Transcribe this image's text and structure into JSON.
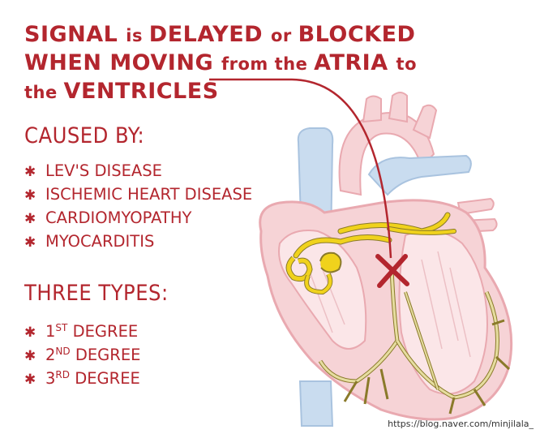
{
  "title": {
    "line1": [
      {
        "text": "SIGNAL ",
        "style": "big"
      },
      {
        "text": "is ",
        "style": "small"
      },
      {
        "text": "DELAYED ",
        "style": "big"
      },
      {
        "text": "or ",
        "style": "small"
      },
      {
        "text": "BLOCKED",
        "style": "big"
      }
    ],
    "line2": [
      {
        "text": "WHEN MOVING ",
        "style": "big"
      },
      {
        "text": "from the ",
        "style": "small"
      },
      {
        "text": "ATRIA ",
        "style": "big"
      },
      {
        "text": "to",
        "style": "small"
      }
    ],
    "line3": [
      {
        "text": "the ",
        "style": "small"
      },
      {
        "text": "VENTRICLES",
        "style": "big"
      }
    ]
  },
  "causes": {
    "heading": "CAUSED BY:",
    "items": [
      "LEV'S DISEASE",
      "ISCHEMIC HEART DISEASE",
      "CARDIOMYOPATHY",
      "MYOCARDITIS"
    ]
  },
  "types": {
    "heading": "THREE TYPES:",
    "items": [
      {
        "num": "1",
        "sup": "ST",
        "rest": " DEGREE"
      },
      {
        "num": "2",
        "sup": "ND",
        "rest": " DEGREE"
      },
      {
        "num": "3",
        "sup": "RD",
        "rest": " DEGREE"
      }
    ]
  },
  "bullet_glyph": "✱",
  "watermark": "https://blog.naver.com/minjilala_",
  "colors": {
    "text_red": "#b3262e",
    "heart_pink": "#f6d3d6",
    "heart_outline": "#e9a9b0",
    "vessel_blue": "#c9dcef",
    "conduction_yellow": "#f0d21c",
    "conduction_olive": "#8a7a2a",
    "block_x": "#b3262e"
  },
  "icons": {
    "bullet": "asterisk-icon",
    "block_marker": "x-mark-icon"
  }
}
